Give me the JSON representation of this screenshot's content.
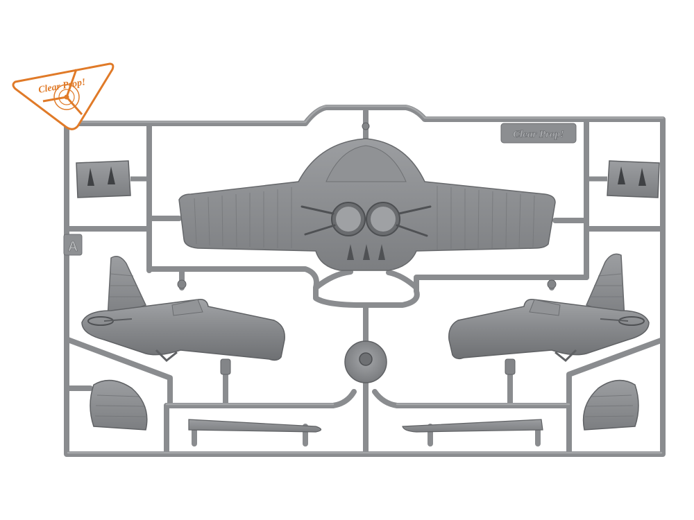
{
  "photo": {
    "subject": "scale model kit sprue",
    "colors": {
      "plastic": "#8a8c8f",
      "plastic_dark": "#5f6164",
      "plastic_light": "#b4b6b9",
      "logo_orange": "#e07a28",
      "background": "#ffffff"
    }
  },
  "logo": {
    "text": "Clear Prop!",
    "icon": "propeller-icon"
  },
  "sprue": {
    "letter": "A",
    "embossed_brand": "Clear Prop!"
  }
}
